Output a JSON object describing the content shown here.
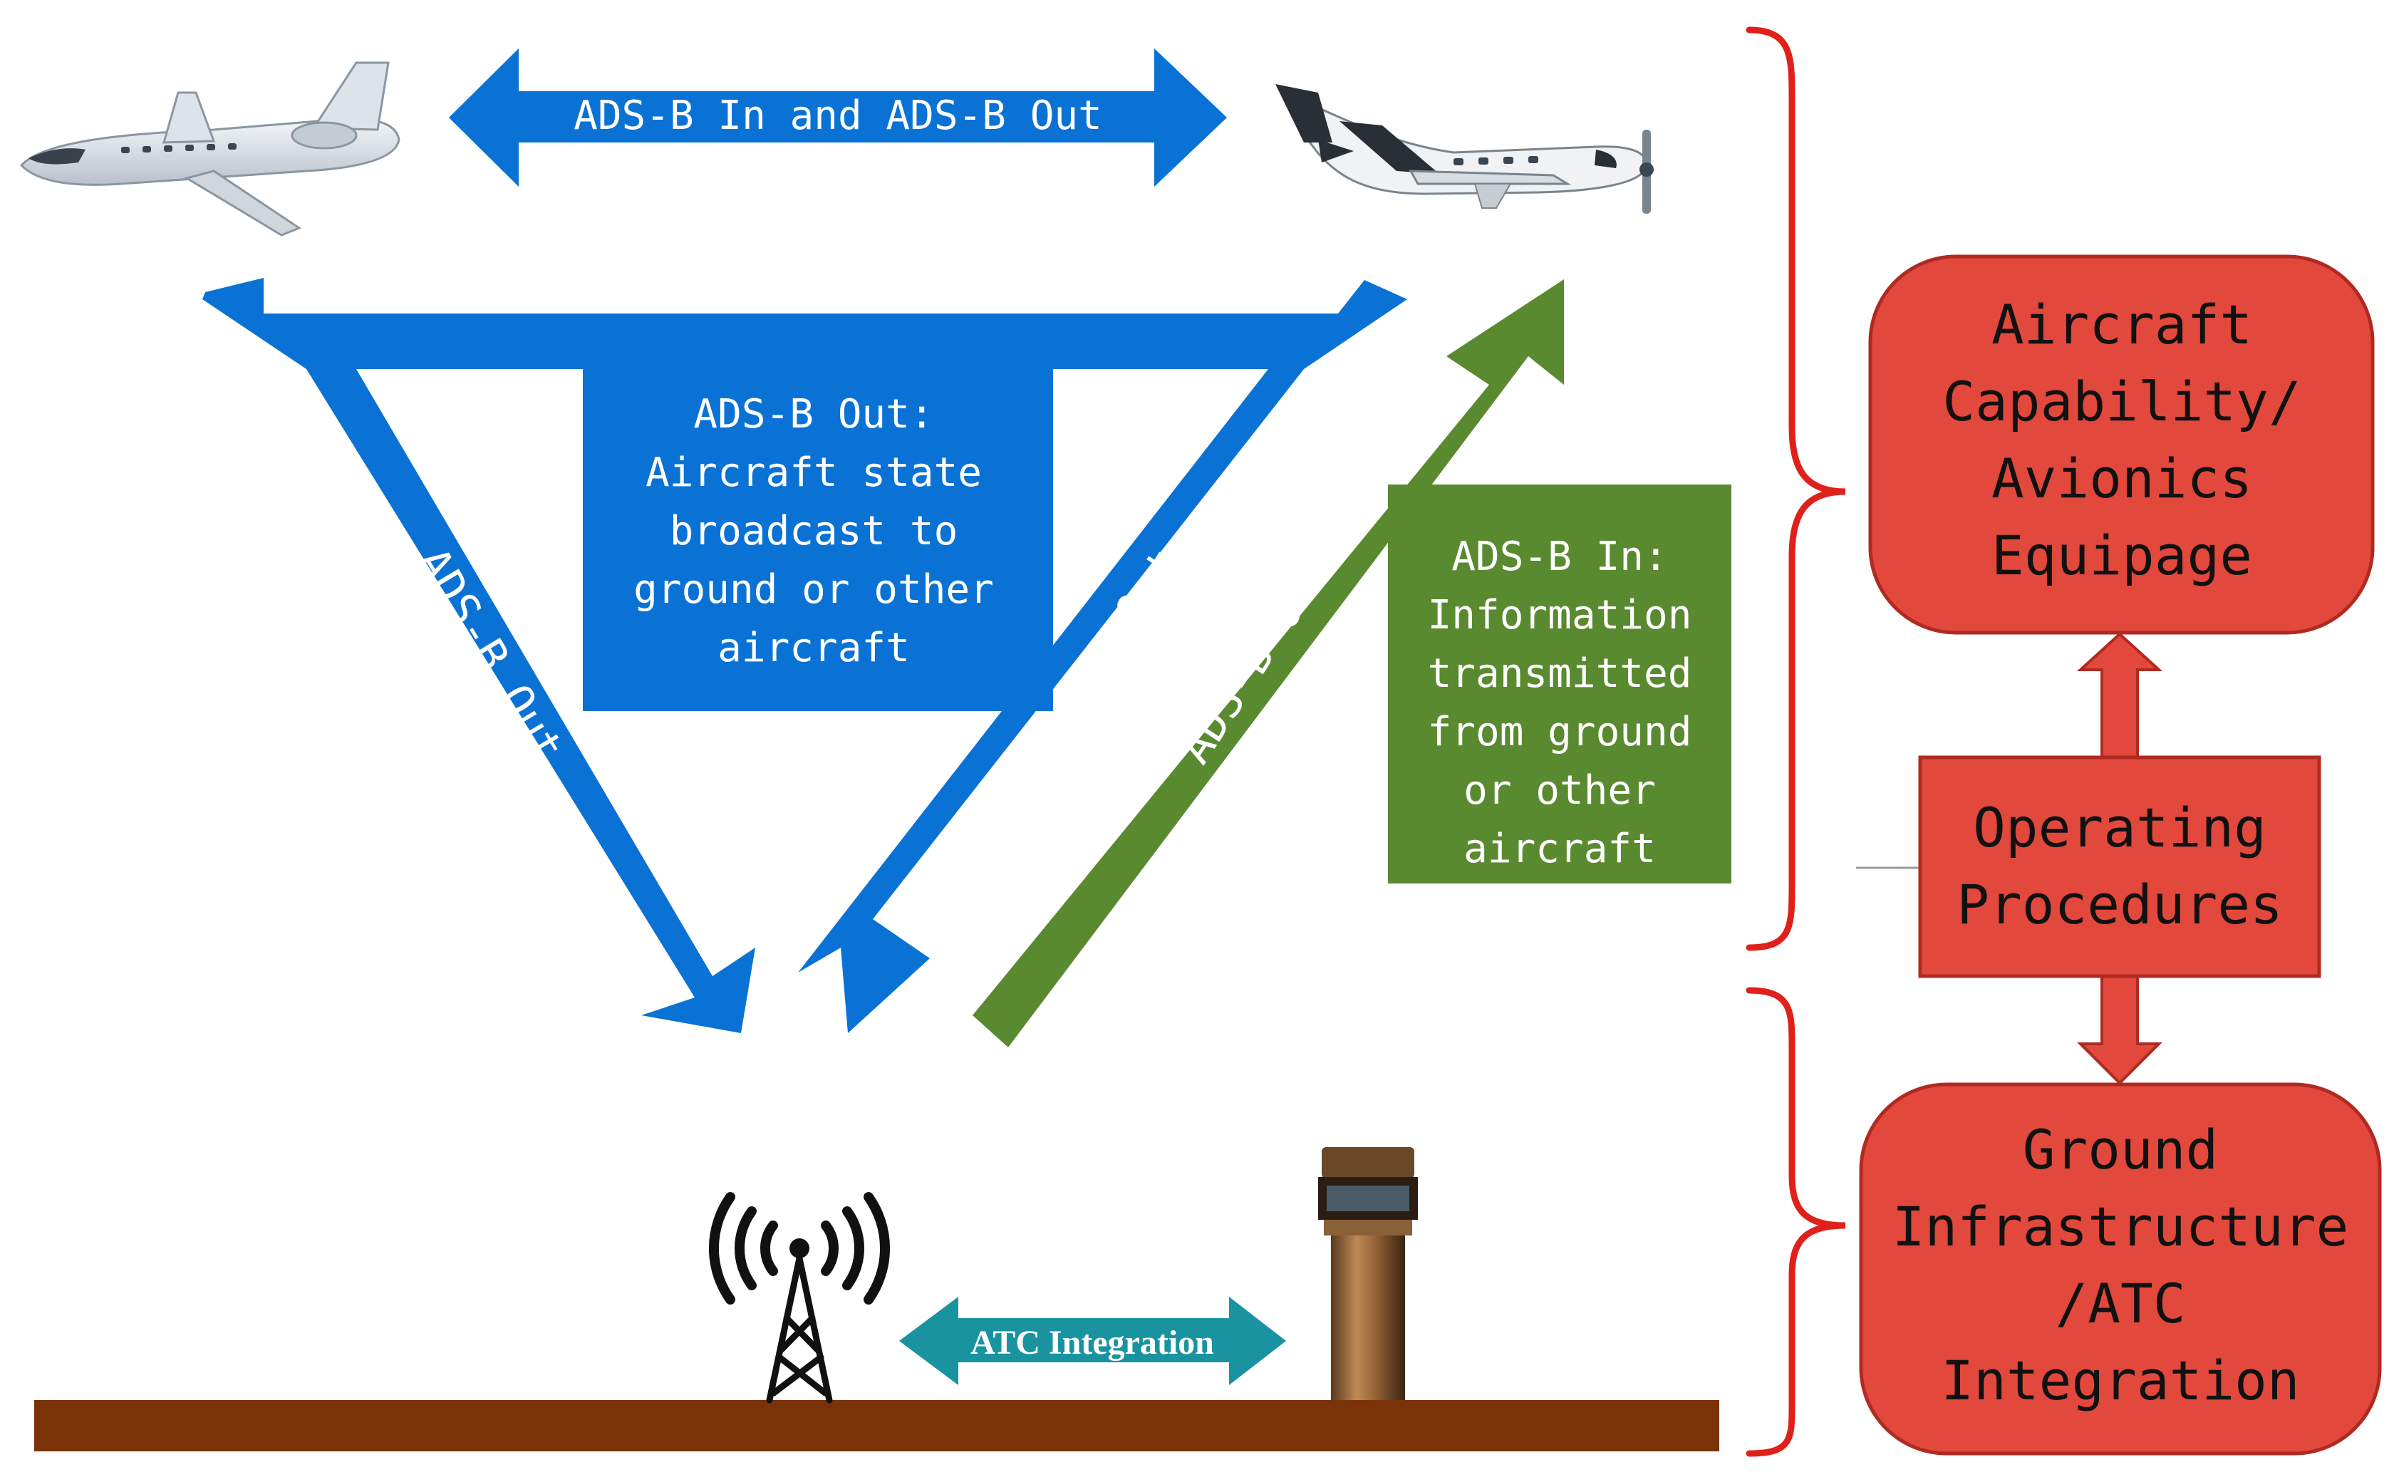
{
  "top_arrow_label": "ADS-B In and ADS-B Out",
  "left_arrow_label": "ADS-B Out",
  "middle_arrow_label": "ADS-B Out",
  "green_arrow_label": "ADS-B Out",
  "out_box": {
    "lines": [
      "ADS-B Out:",
      "Aircraft state",
      "broadcast to",
      "ground or other",
      "aircraft"
    ]
  },
  "in_box": {
    "lines": [
      "ADS-B In:",
      "Information",
      "transmitted",
      "from ground",
      "or other",
      "aircraft"
    ]
  },
  "atc_arrow_label": "ATC Integration",
  "aircraft_box": {
    "lines": [
      "Aircraft",
      "Capability/",
      "Avionics",
      "Equipage"
    ]
  },
  "procedures_box": {
    "lines": [
      "Operating",
      "Procedures"
    ]
  },
  "ground_box": {
    "lines": [
      "Ground",
      "Infrastructure",
      "/ATC",
      "Integration"
    ]
  },
  "colors": {
    "blue": "#0a72d4",
    "green": "#5a8a30",
    "teal": "#1a93a0",
    "red_box": "#e2483c",
    "red_outline": "#b02a22",
    "brace": "#e0201a",
    "ground": "#7a3208"
  },
  "icons": [
    "jet-aircraft-icon",
    "turboprop-aircraft-icon",
    "radio-tower-icon",
    "control-tower-icon"
  ]
}
